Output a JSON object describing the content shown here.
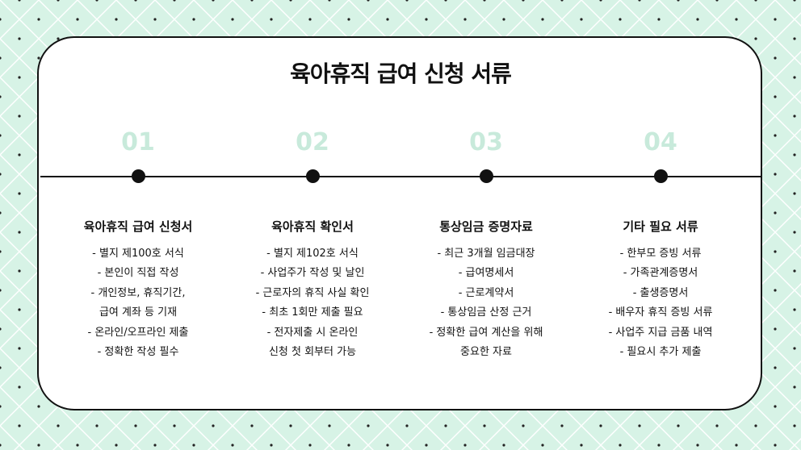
{
  "slide": {
    "title": "육아휴직 급여 신청 서류",
    "steps": [
      {
        "number": "01",
        "heading": "육아휴직 급여 신청서",
        "lines": [
          "- 별지 제100호 서식",
          "- 본인이 직접 작성",
          "- 개인정보, 휴직기간,",
          "급여 계좌 등 기재",
          "- 온라인/오프라인 제출",
          "- 정확한 작성 필수"
        ]
      },
      {
        "number": "02",
        "heading": "육아휴직 확인서",
        "lines": [
          "- 별지 제102호 서식",
          "- 사업주가 작성 및 날인",
          "- 근로자의 휴직 사실 확인",
          "- 최초 1회만 제출 필요",
          "- 전자제출 시 온라인",
          "신청 첫 회부터 가능"
        ]
      },
      {
        "number": "03",
        "heading": "통상임금 증명자료",
        "lines": [
          "- 최근 3개월 임금대장",
          "- 급여명세서",
          "- 근로계약서",
          "- 통상임금 산정 근거",
          "- 정확한 급여 계산을 위해",
          "중요한 자료"
        ]
      },
      {
        "number": "04",
        "heading": "기타 필요 서류",
        "lines": [
          "- 한부모 증빙 서류",
          "- 가족관계증명서",
          "- 출생증명서",
          "- 배우자 휴직 증빙 서류",
          "- 사업주 지급 금품 내역",
          "- 필요시 추가 제출"
        ]
      }
    ]
  }
}
